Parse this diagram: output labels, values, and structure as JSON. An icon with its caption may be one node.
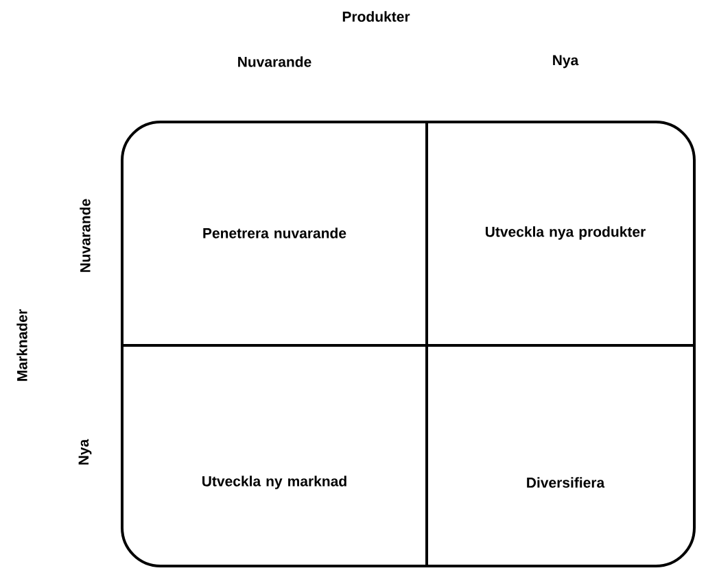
{
  "diagram": {
    "nodes": [
      {
        "text": [
          "Penetrera nuvarande"
        ]
      },
      {
        "text": [
          "Utveckla nya produkter"
        ]
      },
      {
        "text": [
          "Utveckla ny marknad"
        ]
      },
      {
        "text": [
          "Diversifiera"
        ]
      }
    ],
    "labels": [
      "Produkter",
      "Nuvarande",
      "Nya",
      "Marknader",
      "Nuvarande",
      "Nya"
    ]
  }
}
